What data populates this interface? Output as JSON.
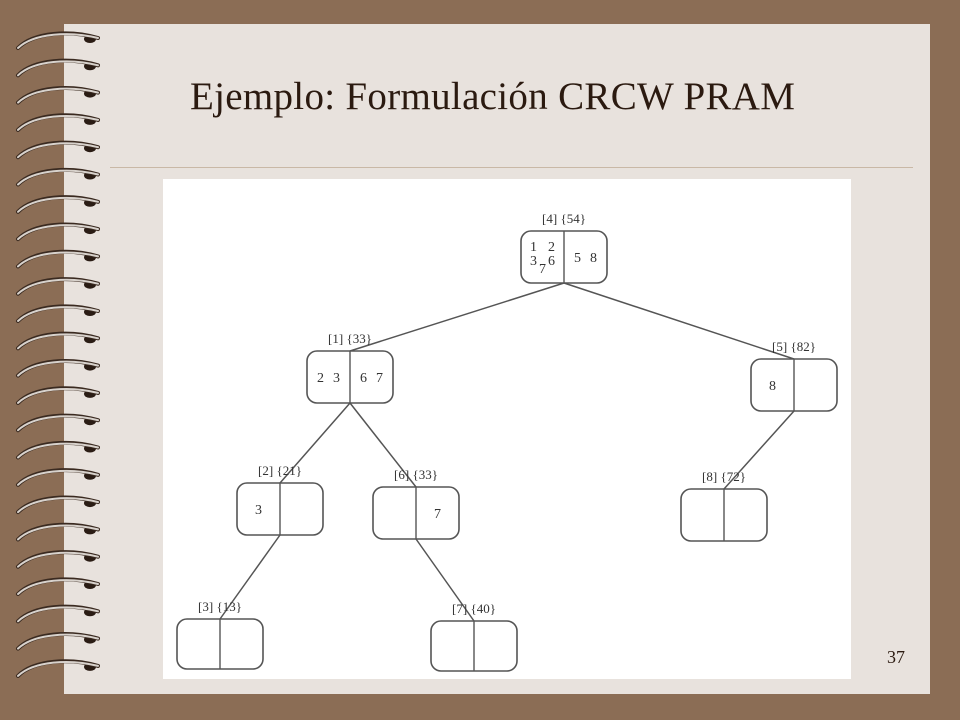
{
  "slide": {
    "title": "Ejemplo: Formulación CRCW PRAM",
    "page_number": "37"
  },
  "colors": {
    "background": "#8b6d55",
    "slide": "#e8e2dd",
    "figure_background": "#ffffff",
    "lines": "#555555"
  },
  "tree": {
    "nodes": [
      {
        "id": "n4",
        "label": "[4] {54}",
        "left": [
          "1",
          "2",
          "3",
          "6",
          "7"
        ],
        "right": [
          "5",
          "8"
        ]
      },
      {
        "id": "n1",
        "label": "[1] {33}",
        "left": [
          "2",
          "3"
        ],
        "right": [
          "6",
          "7"
        ]
      },
      {
        "id": "n5",
        "label": "[5] {82}",
        "left": [
          "8"
        ],
        "right": []
      },
      {
        "id": "n2",
        "label": "[2] {21}",
        "left": [
          "3"
        ],
        "right": []
      },
      {
        "id": "n6",
        "label": "[6] {33}",
        "left": [],
        "right": [
          "7"
        ]
      },
      {
        "id": "n8",
        "label": "[8] {72}",
        "left": [],
        "right": []
      },
      {
        "id": "n3",
        "label": "[3] {13}",
        "left": [],
        "right": []
      },
      {
        "id": "n7",
        "label": "[7] {40}",
        "left": [],
        "right": []
      }
    ],
    "edges": [
      [
        "n4",
        "n1"
      ],
      [
        "n4",
        "n5"
      ],
      [
        "n1",
        "n2"
      ],
      [
        "n1",
        "n6"
      ],
      [
        "n5",
        "n8"
      ],
      [
        "n2",
        "n3"
      ],
      [
        "n6",
        "n7"
      ]
    ]
  }
}
